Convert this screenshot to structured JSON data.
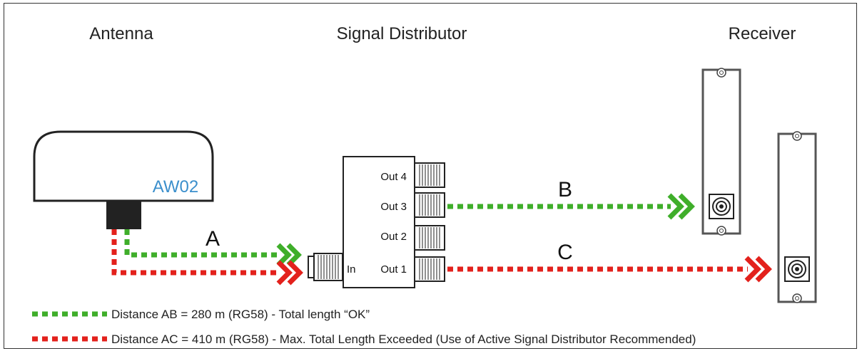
{
  "titles": {
    "antenna": "Antenna",
    "distributor": "Signal Distributor",
    "receiver": "Receiver"
  },
  "antenna": {
    "model": "AW02"
  },
  "distributor": {
    "input": "In",
    "outputs": [
      "Out 4",
      "Out 3",
      "Out 2",
      "Out 1"
    ]
  },
  "segments": {
    "a": "A",
    "b": "B",
    "c": "C"
  },
  "legend": [
    {
      "color": "#3fae2a",
      "text": "Distance AB = 280 m (RG58) - Total length “OK”"
    },
    {
      "color": "#e3211c",
      "text": "Distance AC = 410 m (RG58) - Max. Total Length Exceeded (Use of Active Signal Distributor Recommended)"
    }
  ],
  "colors": {
    "ok": "#3fae2a",
    "exceeded": "#e3211c",
    "model_text": "#3b8fcc"
  }
}
